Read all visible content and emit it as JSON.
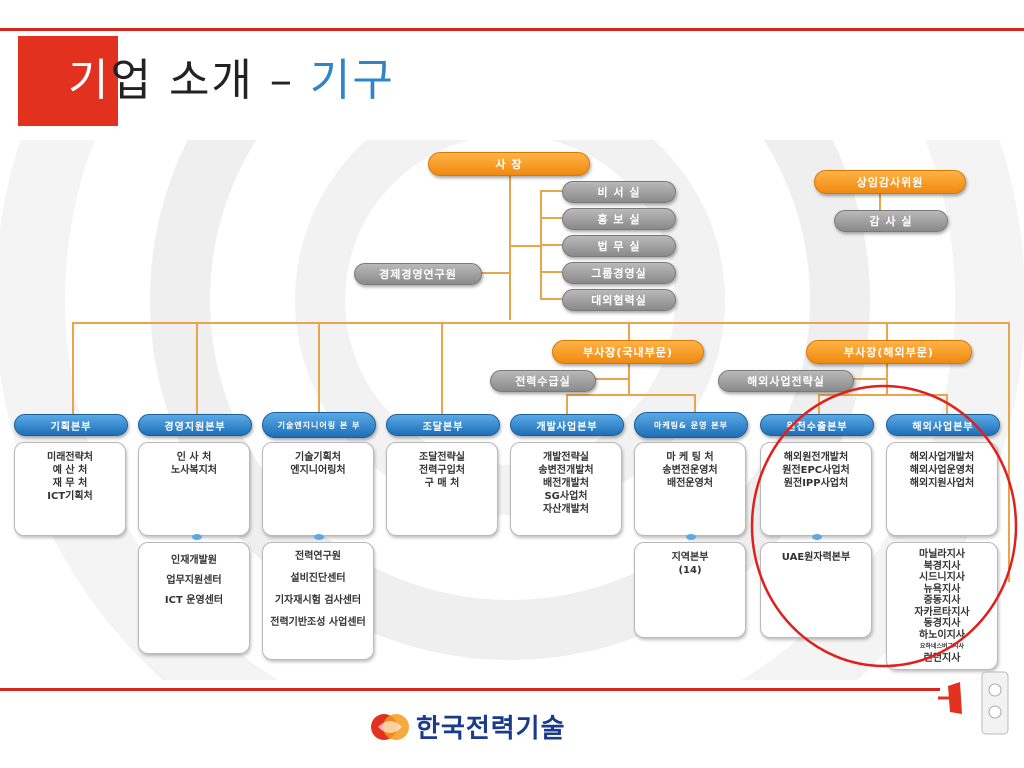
{
  "title": {
    "part1": "기",
    "part2": "업 소개 – ",
    "part3": "기구"
  },
  "colors": {
    "accent_red": "#e2321f",
    "orange": "#f08a10",
    "blue": "#1f6fb8",
    "gray": "#8a8a8a",
    "annotation": "#e0201c"
  },
  "org": {
    "ceo": "사 장",
    "auditor": "상임감사위원",
    "audit_office": "감 사 실",
    "research": "경제경영연구원",
    "staff": [
      "비 서 실",
      "홍 보 실",
      "법 무 실",
      "그룹경영실",
      "대외협력실"
    ],
    "vp_domestic": "부사장(국내부문)",
    "vp_overseas": "부사장(해외부문)",
    "power_supply": "전력수급실",
    "overseas_strategy": "해외사업전략실",
    "divisions": [
      {
        "name": "기획본부",
        "units": [
          "미래전략처",
          "예 산 처",
          "재 무 처",
          "ICT기획처"
        ],
        "sub": []
      },
      {
        "name": "경영지원본부",
        "units": [
          "인 사 처",
          "노사복지처"
        ],
        "sub": [
          "인재개발원",
          "업무지원센터",
          "ICT 운영센터"
        ]
      },
      {
        "name": "기술엔지니어링 본 부",
        "units": [
          "기술기획처",
          "엔지니어링처"
        ],
        "sub": [
          "전력연구원",
          "설비진단센터",
          "기자재시험 검사센터",
          "전력기반조성 사업센터"
        ]
      },
      {
        "name": "조달본부",
        "units": [
          "조달전략실",
          "전력구입처",
          "구 매 처"
        ],
        "sub": []
      },
      {
        "name": "개발사업본부",
        "units": [
          "개발전략실",
          "송변전개발처",
          "배전개발처",
          "SG사업처",
          "자산개발처"
        ],
        "sub": []
      },
      {
        "name": "마케팅& 운영 본부",
        "units": [
          "마 케 팅 처",
          "송변전운영처",
          "배전운영처"
        ],
        "sub": [
          "지역본부",
          "(14)"
        ]
      },
      {
        "name": "원전수출본부",
        "units": [
          "해외원전개발처",
          "원전EPC사업처",
          "원전IPP사업처"
        ],
        "sub": [
          "UAE원자력본부"
        ]
      },
      {
        "name": "해외사업본부",
        "units": [
          "해외사업개발처",
          "해외사업운영처",
          "해외지원사업처"
        ],
        "sub": [
          "마닐라지사",
          "북경지사",
          "시드니지사",
          "뉴욕지사",
          "중동지사",
          "자카르타지사",
          "동경지사",
          "하노이지사",
          "요하네스버그지사",
          "런던지사"
        ]
      }
    ]
  },
  "logo": {
    "text": "한국전력기술",
    "icon": "kepco-logo-icon"
  }
}
